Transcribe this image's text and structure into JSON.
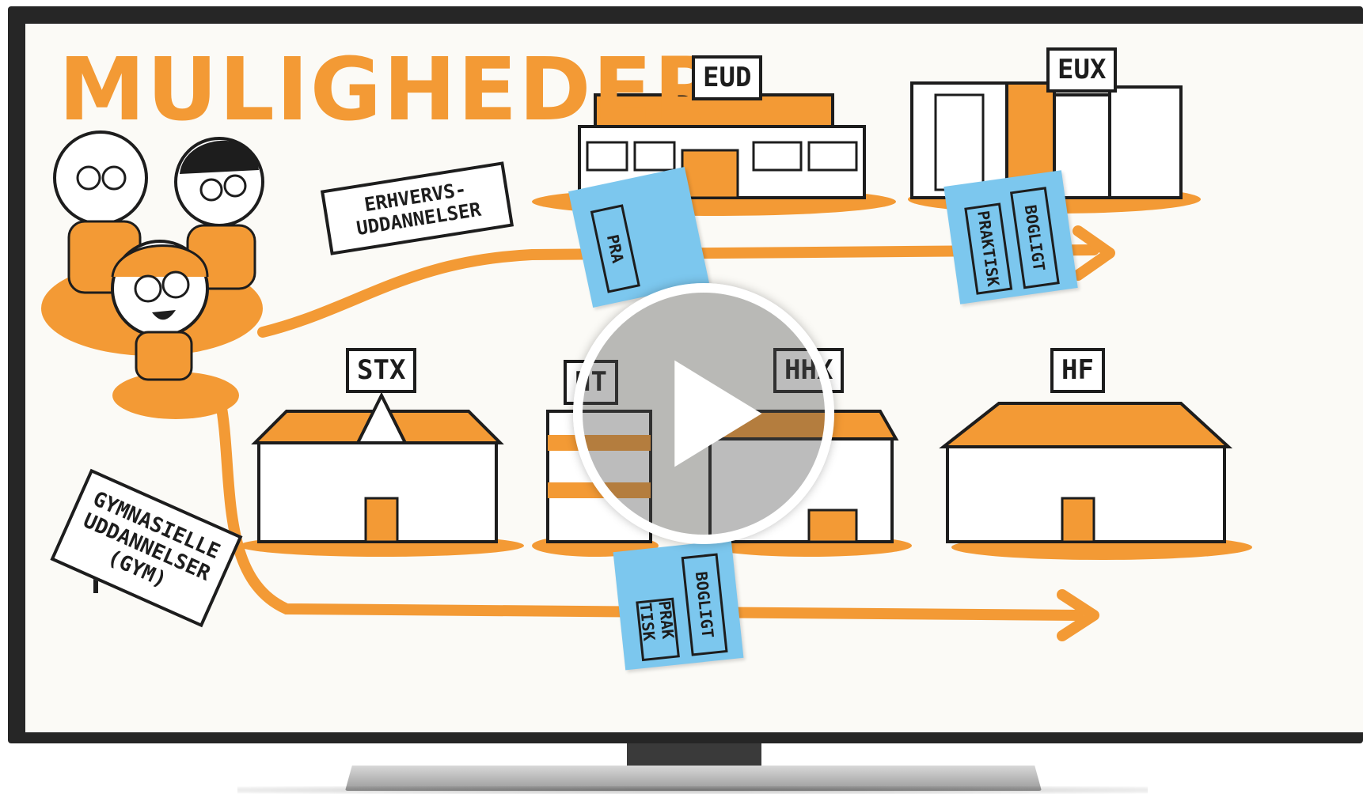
{
  "video": {
    "title_text": "MULIGHEDER",
    "sign_vocational": "ERHVERVS-UDDANNELSER",
    "sign_upper_secondary": "GYMNASIELLE UDDANNELSER (GYM)",
    "schools": {
      "eud": "EUD",
      "eux": "EUX",
      "stx": "STX",
      "htx": "HT",
      "hhx": "HHX",
      "hf": "HF"
    },
    "sticky_notes": {
      "eud_note": {
        "practical": "PRA",
        "academic": ""
      },
      "eux_note": {
        "practical": "PRAKTISK",
        "academic": "BOGLIGT"
      },
      "gym_note": {
        "practical": "PRAK TISK",
        "academic": "BOGLIGT"
      }
    }
  },
  "player": {
    "play_icon": "play-icon"
  },
  "colors": {
    "accent_orange": "#f39a35",
    "sticky_blue": "#7cc7ee",
    "ink": "#1d1d1d",
    "tv_bezel": "#262626"
  }
}
